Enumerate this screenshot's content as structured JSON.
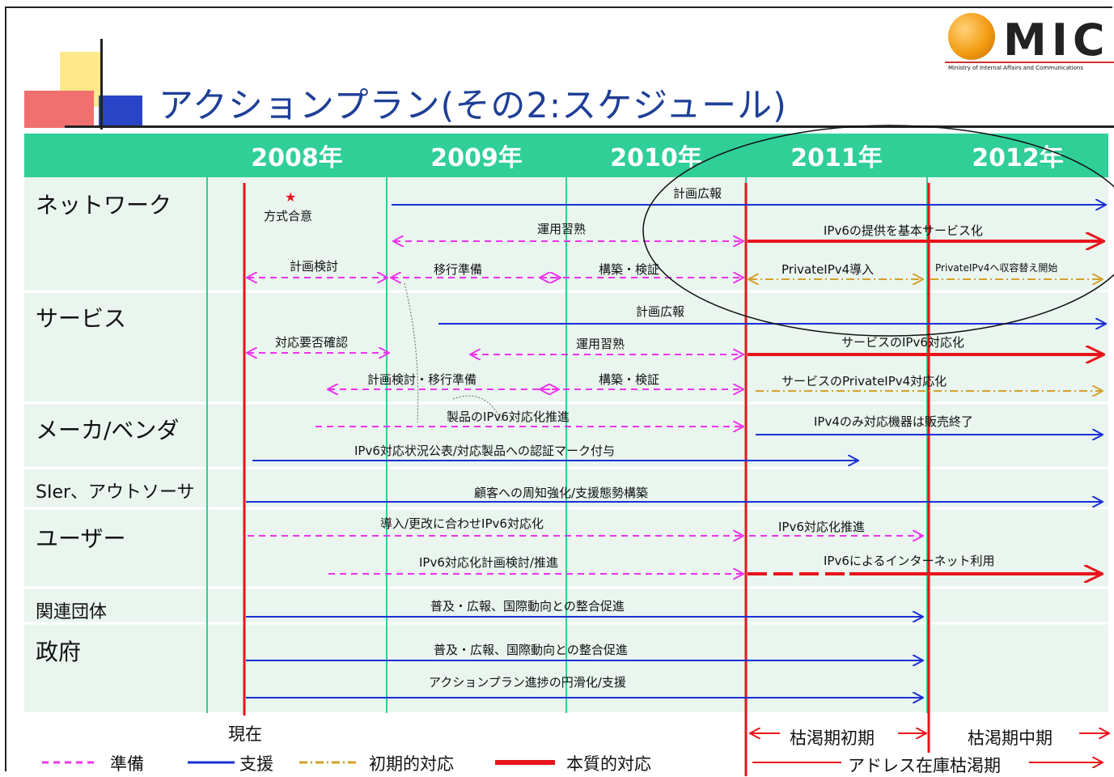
{
  "title": "アクションプラン(その2:スケジュール)",
  "logo": {
    "text": "MIC",
    "subtitle": "Ministry of Internal Affairs and Communications"
  },
  "years": [
    "2008年",
    "2009年",
    "2010年",
    "2011年",
    "2012年"
  ],
  "rows": [
    {
      "label": "ネットワーク"
    },
    {
      "label": "サービス"
    },
    {
      "label": "メーカ/ベンダ"
    },
    {
      "label": "SIer、アウトソーサ"
    },
    {
      "label": "ユーザー"
    },
    {
      "label": "関連団体"
    },
    {
      "label": "政府"
    }
  ],
  "activities": {
    "net_star": "★",
    "net_agree": "方式合意",
    "net_pr": "計画広報",
    "net_ops": "運用習熟",
    "net_ipv6_basic": "IPv6の提供を基本サービス化",
    "net_plan": "計画検討",
    "net_migrate": "移行準備",
    "net_build": "構築・検証",
    "net_private_intro": "PrivateIPv4導入",
    "net_private_switch": "PrivateIPv4へ収容替え開始",
    "svc_pr": "計画広報",
    "svc_need": "対応要否確認",
    "svc_ops": "運用習熟",
    "svc_ipv6": "サービスのIPv6対応化",
    "svc_plan": "計画検討・移行準備",
    "svc_build": "構築・検証",
    "svc_private": "サービスのPrivateIPv4対応化",
    "mk_product": "製品のIPv6対応化推進",
    "mk_end": "IPv4のみ対応機器は販売終了",
    "mk_publish": "IPv6対応状況公表/対応製品への認証マーク付与",
    "si_support": "顧客への周知強化/支援態勢構築",
    "usr_intro": "導入/更改に合わせIPv6対応化",
    "usr_promote": "IPv6対応化推進",
    "usr_plan": "IPv6対応化計画検討/推進",
    "usr_internet": "IPv6によるインターネット利用",
    "org_promote": "普及・広報、国際動向との整合促進",
    "gov_promote": "普及・広報、国際動向との整合促進",
    "gov_smooth": "アクションプラン進捗の円滑化/支援"
  },
  "now_label": "現在",
  "phase": {
    "early": "枯渇期初期",
    "mid": "枯渇期中期",
    "depletion": "アドレス在庫枯渇期"
  },
  "legend": {
    "prep": "準備",
    "support": "支援",
    "initial": "初期的対応",
    "essential": "本質的対応"
  },
  "colors": {
    "prep": "#ee33ee",
    "support": "#1a2fd6",
    "initial": "#d4a12a",
    "essential": "#e8141b",
    "header": "#2fcf97",
    "title": "#1e3f96"
  }
}
